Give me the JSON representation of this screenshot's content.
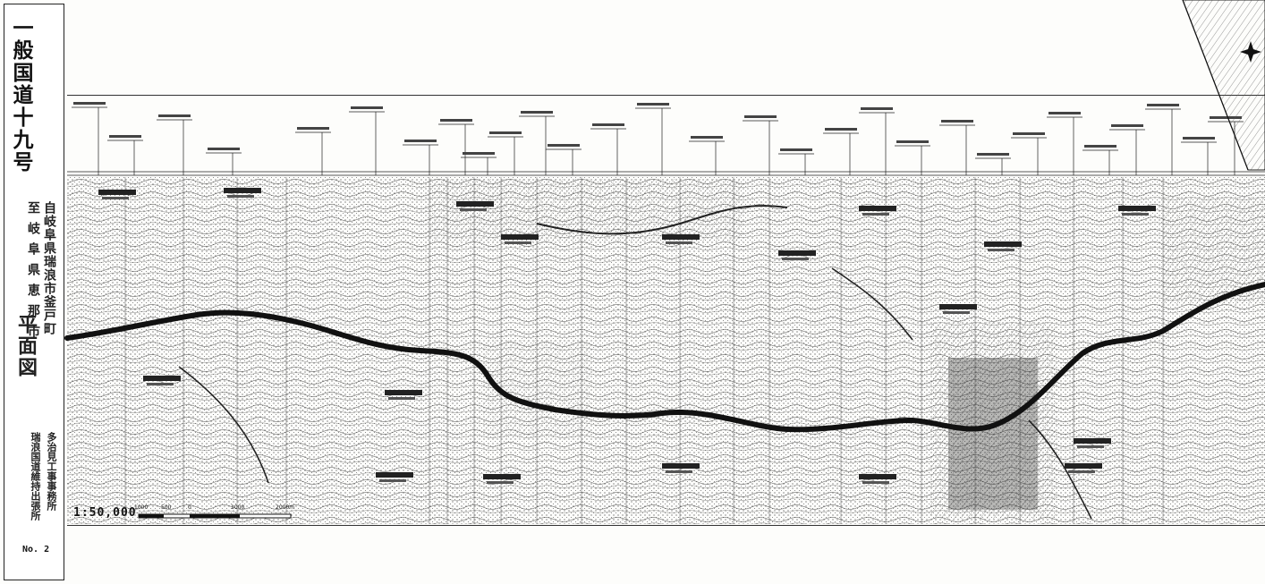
{
  "title_panel": {
    "main_title": "一般国道十九号",
    "from_line": "自岐阜県瑞浪市釜戸町",
    "to_line": "至岐阜県恵那市",
    "doc_type": "平面図",
    "office_line1": "多治見工事事務所",
    "office_line2": "瑞浪国道維持出張所",
    "sheet_no": "No. 2"
  },
  "scale": {
    "label": "1:50,000",
    "ticks": [
      "1000",
      "500",
      "0",
      "1000",
      "2000m"
    ]
  }
}
